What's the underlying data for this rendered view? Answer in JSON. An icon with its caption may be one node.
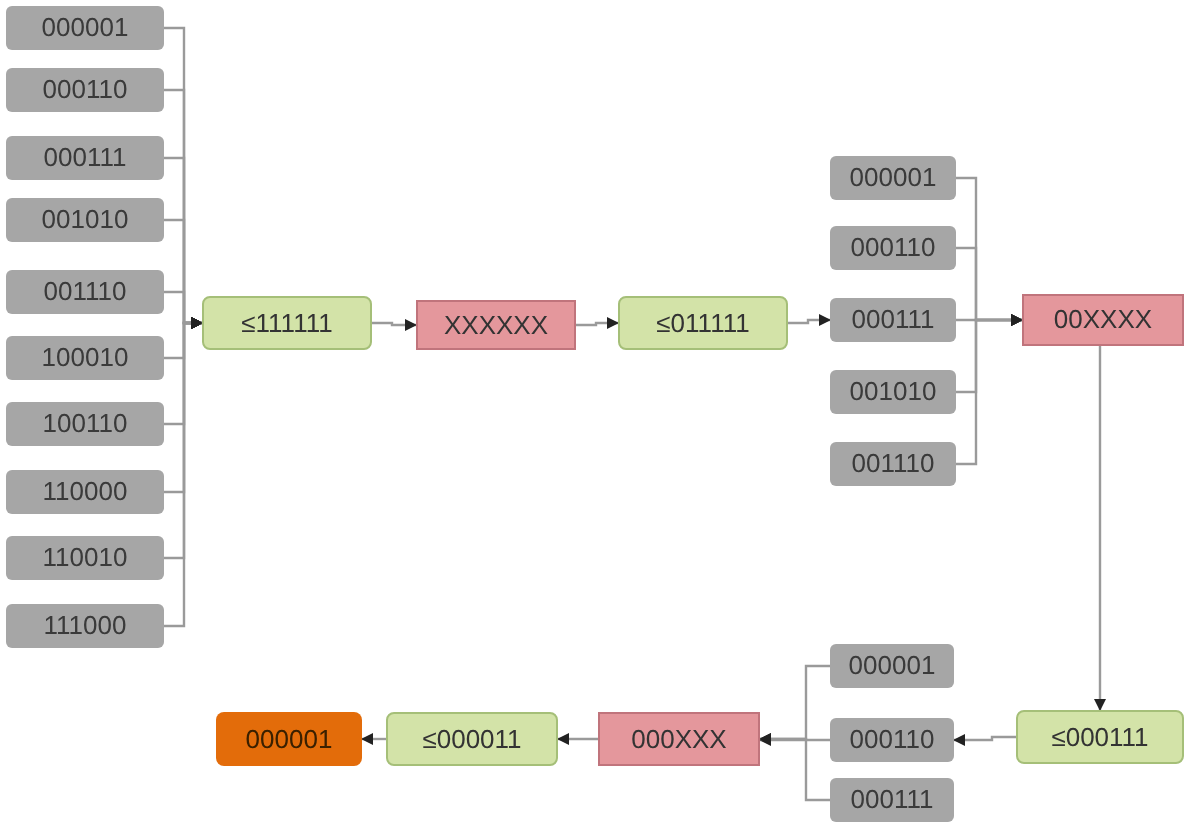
{
  "diagram": {
    "nodes": [
      {
        "text": [
          "000001"
        ]
      },
      {
        "text": [
          "000110"
        ]
      },
      {
        "text": [
          "000111"
        ]
      },
      {
        "text": [
          "001010"
        ]
      },
      {
        "text": [
          "001110"
        ]
      },
      {
        "text": [
          "100010"
        ]
      },
      {
        "text": [
          "100110"
        ]
      },
      {
        "text": [
          "110000"
        ]
      },
      {
        "text": [
          "110010"
        ]
      },
      {
        "text": [
          "111000"
        ]
      },
      {
        "text": [
          "≤111111"
        ]
      },
      {
        "text": [
          "XXXXXX"
        ]
      },
      {
        "text": [
          "≤011111"
        ]
      },
      {
        "text": [
          "000001"
        ]
      },
      {
        "text": [
          "000110"
        ]
      },
      {
        "text": [
          "000111"
        ]
      },
      {
        "text": [
          "001010"
        ]
      },
      {
        "text": [
          "001110"
        ]
      },
      {
        "text": [
          "00XXXX"
        ]
      },
      {
        "text": [
          "≤000111"
        ]
      },
      {
        "text": [
          "000001"
        ]
      },
      {
        "text": [
          "000110"
        ]
      },
      {
        "text": [
          "000111"
        ]
      },
      {
        "text": [
          "000XXX"
        ]
      },
      {
        "text": [
          "≤000011"
        ]
      },
      {
        "text": [
          "000001"
        ]
      }
    ],
    "edges": [
      {
        "from": 0,
        "to": 10,
        "arrow": "to"
      },
      {
        "from": 1,
        "to": 10,
        "arrow": "to"
      },
      {
        "from": 2,
        "to": 10,
        "arrow": "to"
      },
      {
        "from": 3,
        "to": 10,
        "arrow": "to"
      },
      {
        "from": 4,
        "to": 10,
        "arrow": "to"
      },
      {
        "from": 5,
        "to": 10,
        "arrow": "to"
      },
      {
        "from": 6,
        "to": 10,
        "arrow": "to"
      },
      {
        "from": 7,
        "to": 10,
        "arrow": "to"
      },
      {
        "from": 8,
        "to": 10,
        "arrow": "to"
      },
      {
        "from": 9,
        "to": 10,
        "arrow": "to"
      },
      {
        "from": 10,
        "to": 11,
        "arrow": "to"
      },
      {
        "from": 11,
        "to": 12,
        "arrow": "to"
      },
      {
        "from": 12,
        "to": 15,
        "arrow": "to"
      },
      {
        "from": 13,
        "to": 18,
        "arrow": "to"
      },
      {
        "from": 14,
        "to": 18,
        "arrow": "to"
      },
      {
        "from": 15,
        "to": 18,
        "arrow": "to"
      },
      {
        "from": 16,
        "to": 18,
        "arrow": "to"
      },
      {
        "from": 17,
        "to": 18,
        "arrow": "to"
      },
      {
        "from": 18,
        "to": 19,
        "arrow": "to"
      },
      {
        "from": 19,
        "to": 21,
        "arrow": "to"
      },
      {
        "from": 20,
        "to": 23,
        "arrow": "to"
      },
      {
        "from": 21,
        "to": 23,
        "arrow": "to"
      },
      {
        "from": 22,
        "to": 23,
        "arrow": "to"
      },
      {
        "from": 23,
        "to": 24,
        "arrow": "to"
      },
      {
        "from": 24,
        "to": 25,
        "arrow": "to"
      }
    ]
  }
}
